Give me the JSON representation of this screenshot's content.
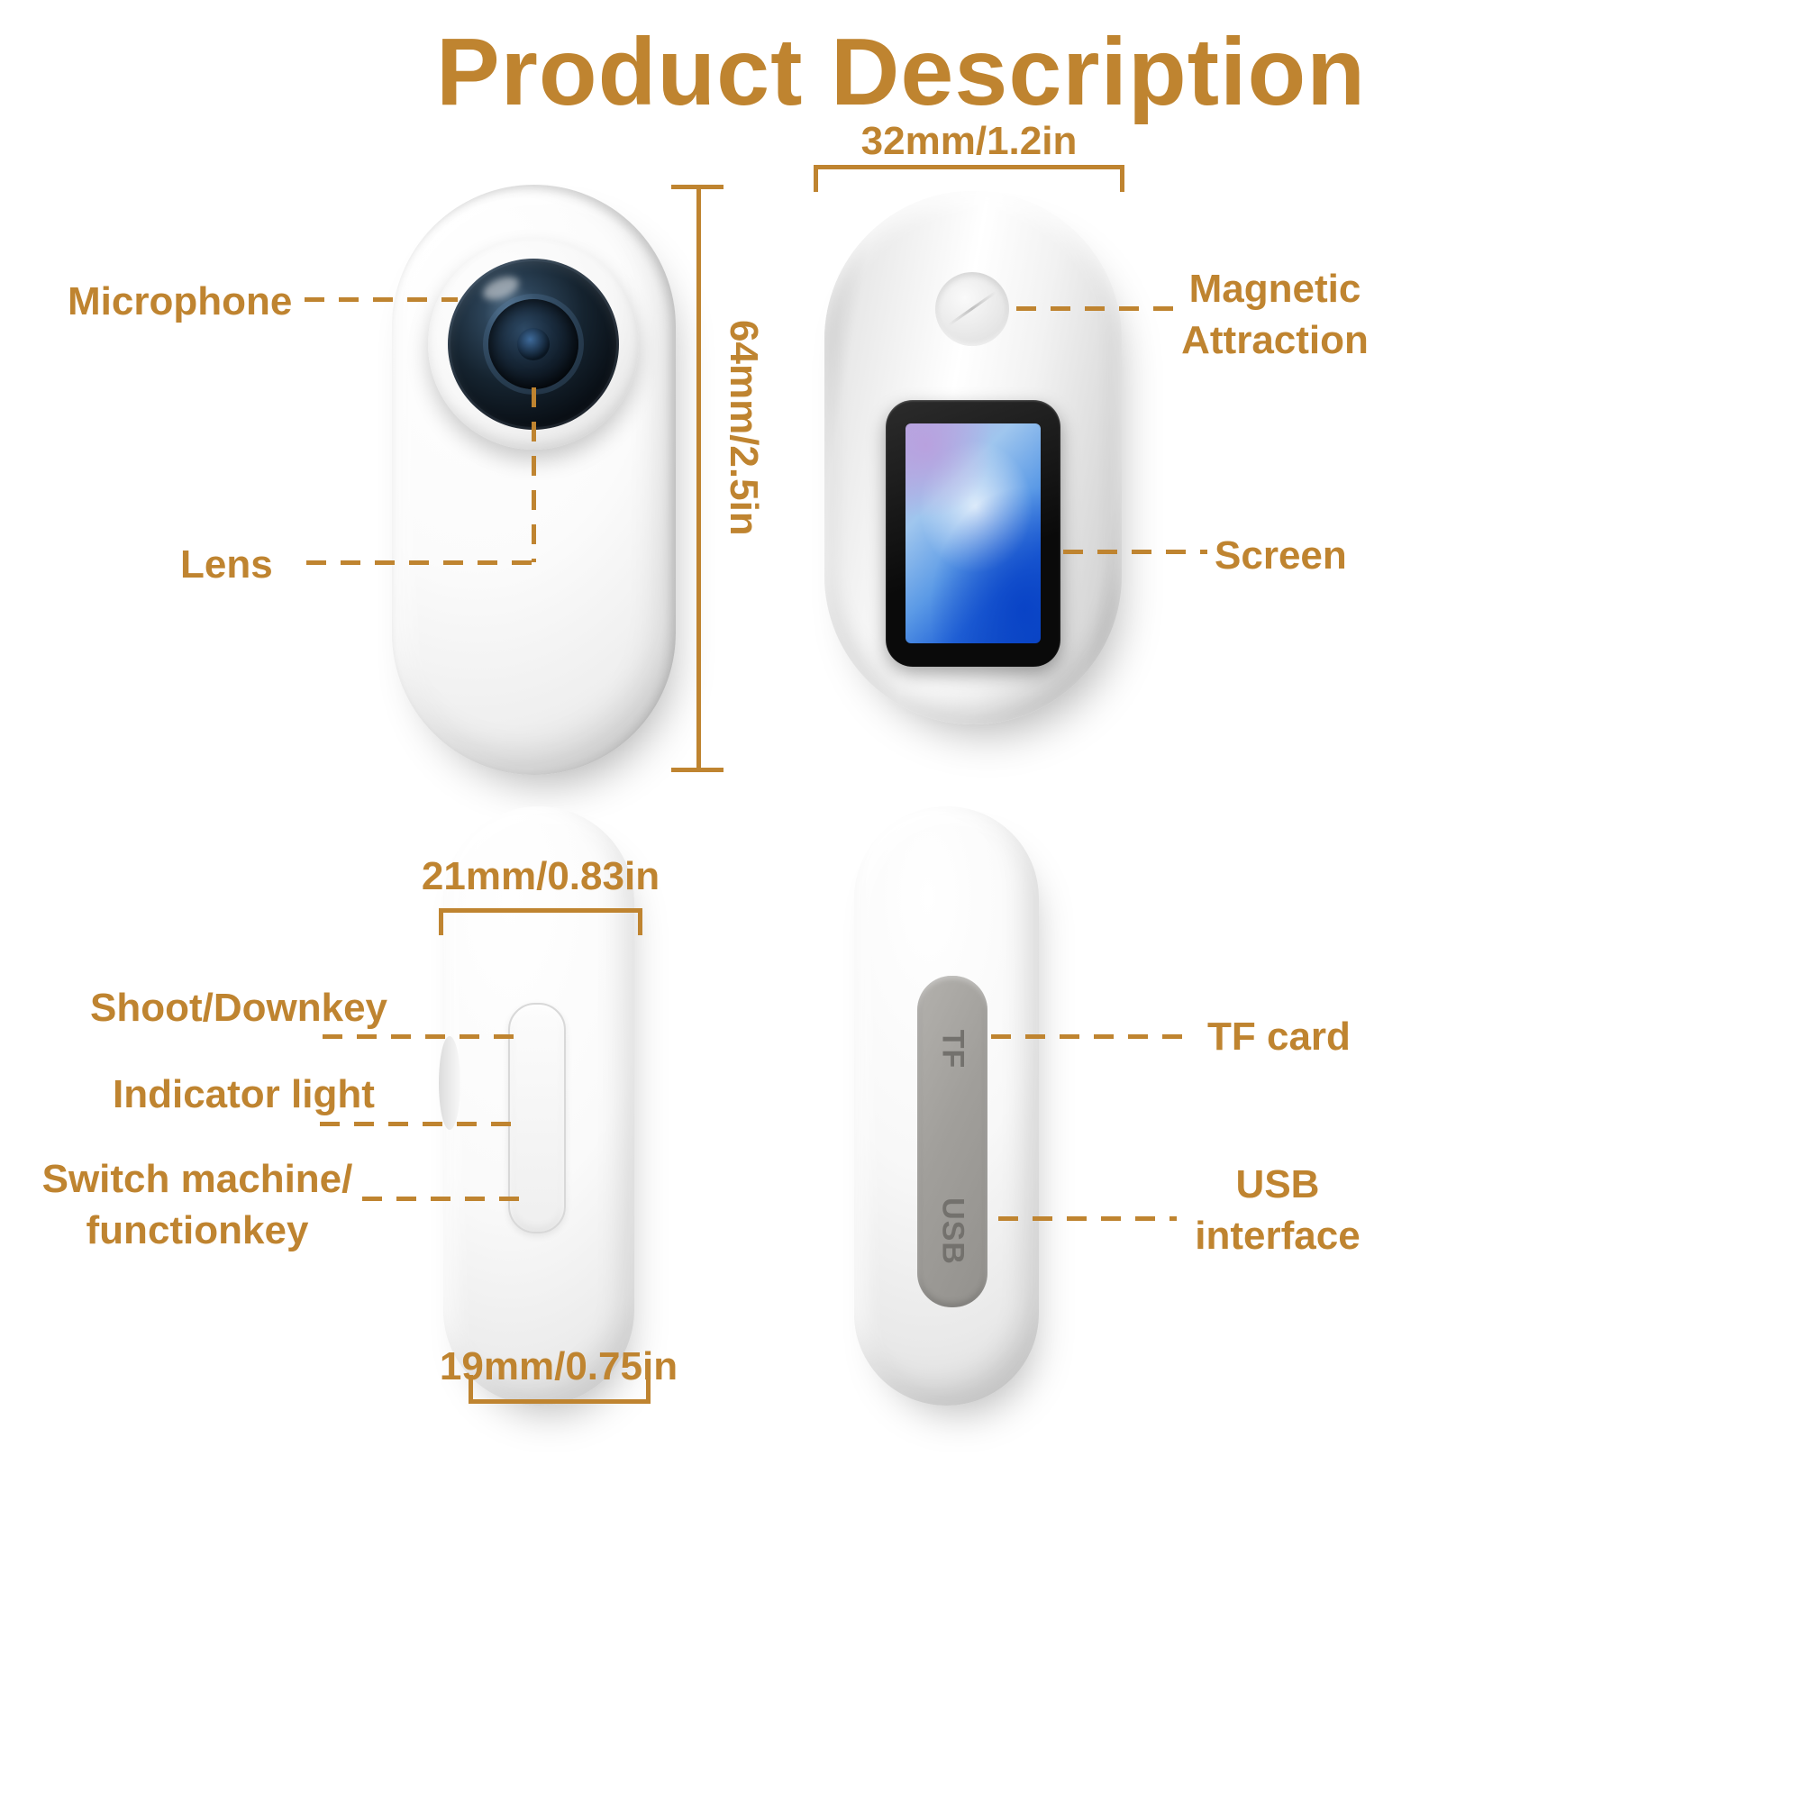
{
  "title": "Product Description",
  "accent_color": "#bf8430",
  "views": {
    "front": {
      "labels": {
        "microphone": "Microphone",
        "lens": "Lens"
      },
      "height_dimension": "64mm/2.5in"
    },
    "back": {
      "width_dimension": "32mm/1.2in",
      "labels": {
        "magnetic": "Magnetic\nAttraction",
        "screen": "Screen"
      }
    },
    "side_buttons": {
      "width_dimension": "21mm/0.83in",
      "depth_dimension": "19mm/0.75in",
      "labels": {
        "shoot": "Shoot/Downkey",
        "indicator": "Indicator light",
        "switch": "Switch machine/\nfunctionkey"
      }
    },
    "side_ports": {
      "labels": {
        "tf": "TF card",
        "usb": "USB\ninterface"
      },
      "engravings": {
        "tf": "TF",
        "usb": "USB"
      }
    }
  }
}
